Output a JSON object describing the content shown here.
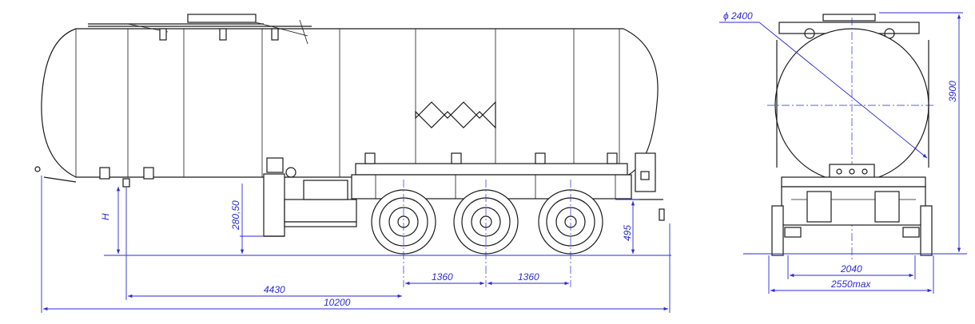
{
  "dimensions": {
    "overall_length": "10200",
    "kingpin_to_axle": "4430",
    "axle_spacing_1": "1360",
    "axle_spacing_2": "1360",
    "fifth_wheel_height": "280,50",
    "coupling_height": "H",
    "frame_height": "495",
    "tank_diameter": "ϕ 2400",
    "overall_height": "3900",
    "track_width": "2040",
    "overall_width": "2550max"
  },
  "colors": {
    "dimension_lines": "#2b2bd6",
    "drawing_lines": "#1a1a1a",
    "background": "#ffffff"
  }
}
